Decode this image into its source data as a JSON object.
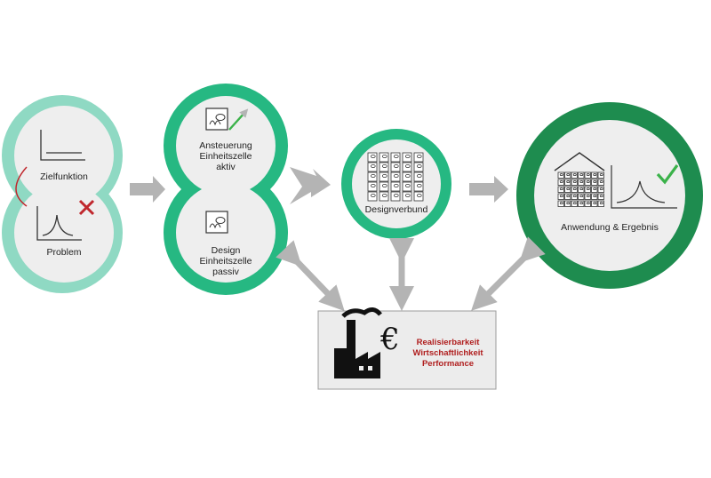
{
  "nodes": {
    "zielfunktion": "Zielfunktion",
    "problem": "Problem",
    "ansteuerung": "Ansteuerung\nEinheitszelle\naktiv",
    "design": "Design\nEinheitszelle\npassiv",
    "designverbund": "Designverbund",
    "anwendung": "Anwendung & Ergebnis"
  },
  "constraints_box": {
    "currency_symbol": "€",
    "lines": [
      "Realisierbarkeit",
      "Wirtschaftlichkeit",
      "Performance"
    ]
  },
  "colors": {
    "light_ring": "#8fd9c3",
    "mid_ring": "#26b882",
    "dark_ring": "#1e8c4f",
    "inner_fill": "#eeeeee",
    "arrow": "#b4b4b4",
    "text_accent": "#b01e1e",
    "check": "#3bb24a",
    "cross": "#c0272d"
  },
  "icons": [
    "line-chart-icon",
    "peak-curve-icon",
    "cross-icon",
    "spring-cell-icon",
    "growth-arrow-icon",
    "cell-grid-icon",
    "building-icon",
    "check-icon",
    "factory-icon"
  ]
}
